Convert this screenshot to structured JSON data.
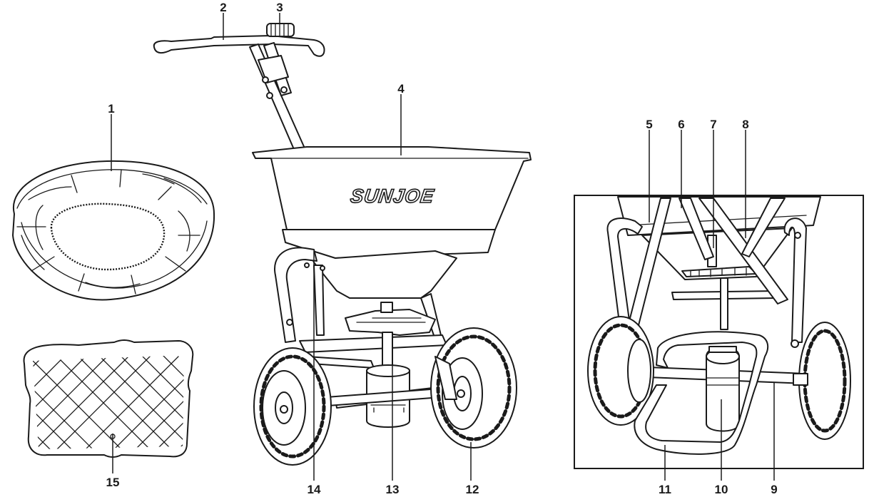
{
  "brand_logo": "SUNJOE",
  "callouts": [
    "1",
    "2",
    "3",
    "4",
    "5",
    "6",
    "7",
    "8",
    "9",
    "10",
    "11",
    "12",
    "13",
    "14",
    "15"
  ],
  "colors": {
    "ink": "#1a1a1a",
    "background": "#ffffff"
  }
}
